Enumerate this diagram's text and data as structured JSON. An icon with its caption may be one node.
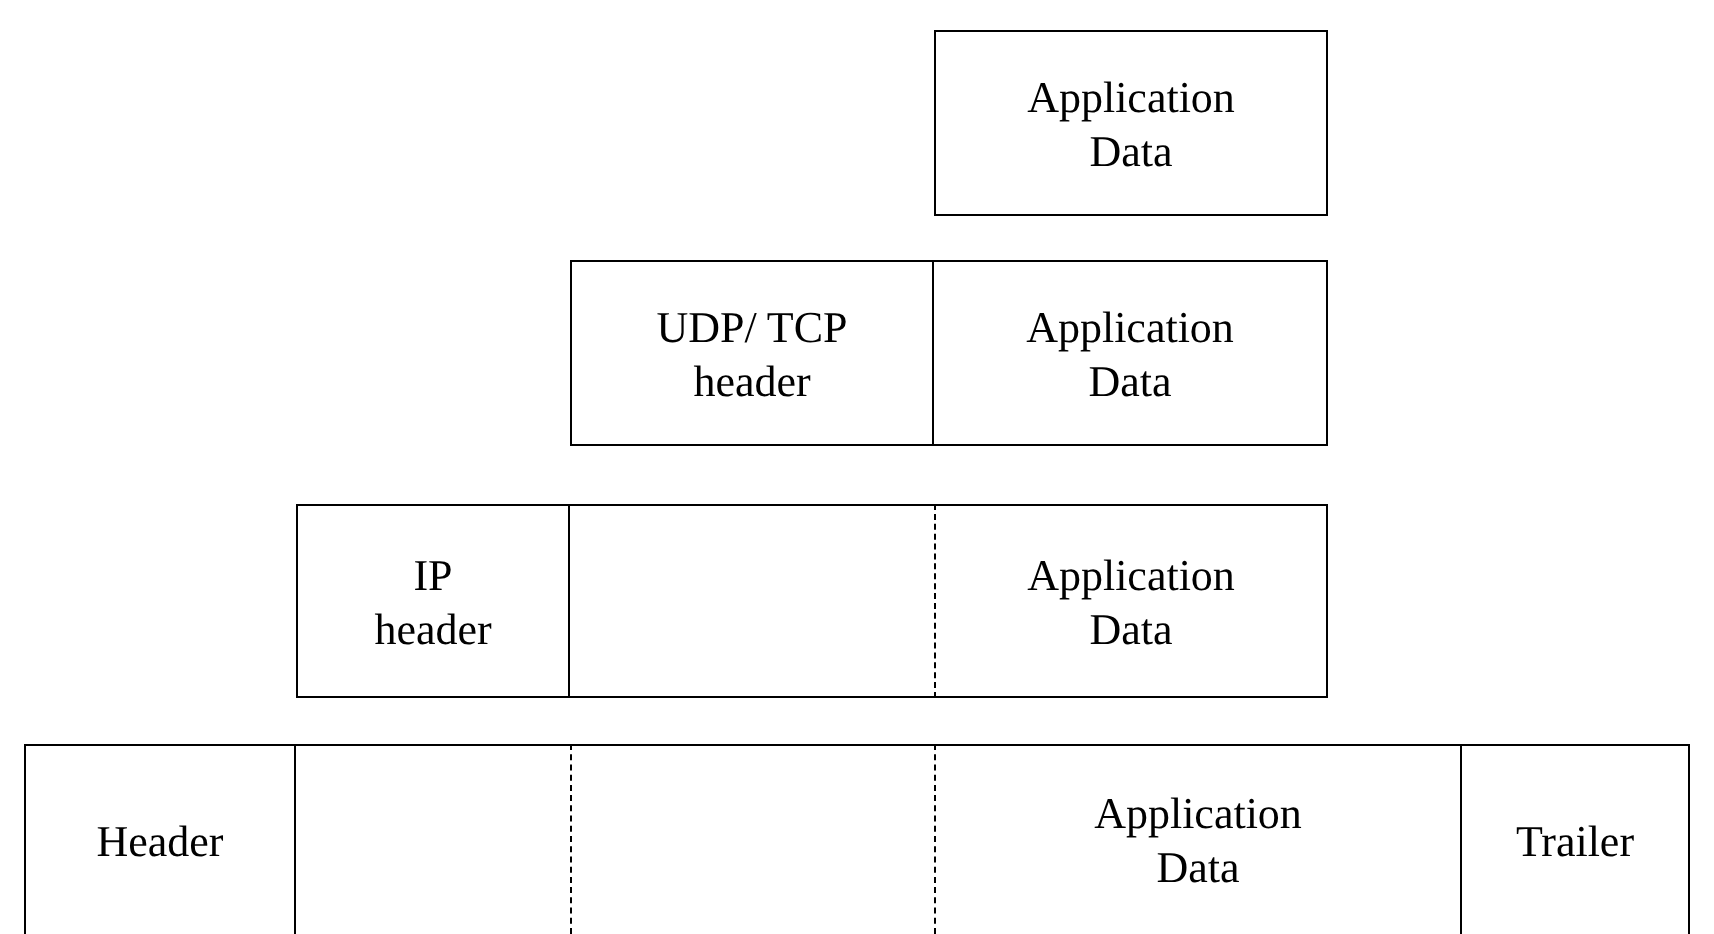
{
  "diagram": {
    "nodes": [
      {
        "text": [
          "Application Data"
        ]
      },
      {
        "text": [
          "UDP/ TCP header"
        ]
      },
      {
        "text": [
          "Application Data"
        ]
      },
      {
        "text": [
          "IP header"
        ]
      },
      {
        "text": [],
        "shape": "box"
      },
      {
        "text": [
          "Application Data"
        ]
      },
      {
        "text": [
          "Header"
        ]
      },
      {
        "text": [],
        "shape": "box"
      },
      {
        "text": [],
        "shape": "box"
      },
      {
        "text": [
          "Application Data"
        ]
      },
      {
        "text": [
          "Trailer"
        ]
      }
    ],
    "edges": []
  }
}
